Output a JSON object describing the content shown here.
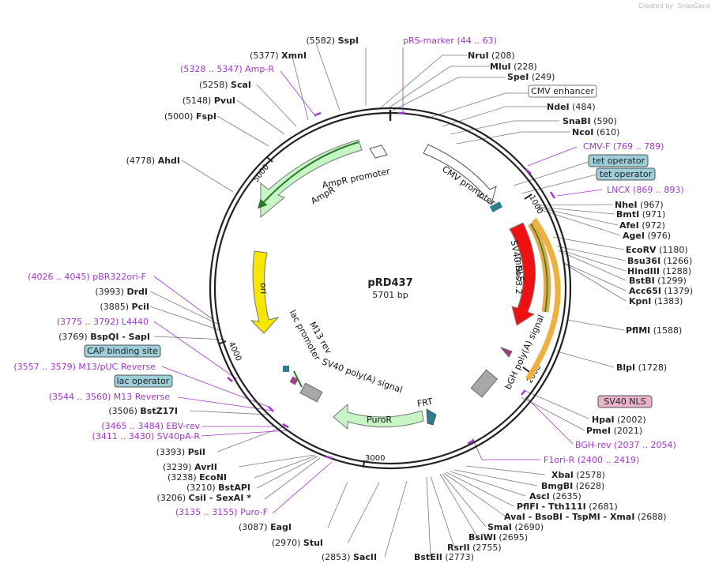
{
  "credit": {
    "prefix": "Created by",
    "brand": "SnapGene"
  },
  "plasmid": {
    "name": "pRD437",
    "length": "5701 bp",
    "total": 5701
  },
  "ticks": [
    "1000",
    "2000",
    "3000",
    "4000",
    "5000"
  ],
  "features": [
    {
      "name": "CMV promoter"
    },
    {
      "name": "mEos3.2"
    },
    {
      "name": "SV40 NLS"
    },
    {
      "name": "bGH poly(A) signal"
    },
    {
      "name": "FRT"
    },
    {
      "name": "PuroR"
    },
    {
      "name": "SV40 poly(A) signal"
    },
    {
      "name": "M13 rev"
    },
    {
      "name": "lac promoter"
    },
    {
      "name": "ori"
    },
    {
      "name": "AmpR"
    },
    {
      "name": "AmpR promoter"
    }
  ],
  "boxed_labels": [
    {
      "text": "CMV enhancer"
    },
    {
      "text": "tet operator"
    },
    {
      "text": "tet operator"
    },
    {
      "text": "SV40 NLS"
    },
    {
      "text": "CAP binding site"
    },
    {
      "text": "lac operator"
    }
  ],
  "sites": [
    {
      "name": "NruI",
      "pos": "(208)"
    },
    {
      "name": "MluI",
      "pos": "(228)"
    },
    {
      "name": "SpeI",
      "pos": "(249)"
    },
    {
      "name": "NdeI",
      "pos": "(484)"
    },
    {
      "name": "SnaBI",
      "pos": "(590)"
    },
    {
      "name": "NcoI",
      "pos": "(610)"
    },
    {
      "name": "NheI",
      "pos": "(967)"
    },
    {
      "name": "BmtI",
      "pos": "(971)"
    },
    {
      "name": "AfeI",
      "pos": "(972)"
    },
    {
      "name": "AgeI",
      "pos": "(976)"
    },
    {
      "name": "EcoRV",
      "pos": "(1180)"
    },
    {
      "name": "Bsu36I",
      "pos": "(1266)"
    },
    {
      "name": "HindIII",
      "pos": "(1288)"
    },
    {
      "name": "BstBI",
      "pos": "(1299)"
    },
    {
      "name": "Acc65I",
      "pos": "(1379)"
    },
    {
      "name": "KpnI",
      "pos": "(1383)"
    },
    {
      "name": "PflMI",
      "pos": "(1588)"
    },
    {
      "name": "BlpI",
      "pos": "(1728)"
    },
    {
      "name": "HpaI",
      "pos": "(2002)"
    },
    {
      "name": "PmeI",
      "pos": "(2021)"
    },
    {
      "name": "XbaI",
      "pos": "(2578)"
    },
    {
      "name": "BmgBI",
      "pos": "(2628)"
    },
    {
      "name": "AscI",
      "pos": "(2635)"
    },
    {
      "name": "PflFI - Tth111I",
      "pos": "(2681)"
    },
    {
      "name": "AvaI - BsoBI - TspMI - XmaI",
      "pos": "(2688)"
    },
    {
      "name": "SmaI",
      "pos": "(2690)"
    },
    {
      "name": "BsiWI",
      "pos": "(2695)"
    },
    {
      "name": "RsrII",
      "pos": "(2755)"
    },
    {
      "name": "BstEII",
      "pos": "(2773)"
    },
    {
      "name": "SacII",
      "pos": "(2853)"
    },
    {
      "name": "StuI",
      "pos": "(2970)"
    },
    {
      "name": "EagI",
      "pos": "(3087)"
    },
    {
      "name": "CsiI - SexAI *",
      "pos": "(3206)"
    },
    {
      "name": "BstAPI",
      "pos": "(3210)"
    },
    {
      "name": "EcoNI",
      "pos": "(3238)"
    },
    {
      "name": "AvrII",
      "pos": "(3239)"
    },
    {
      "name": "PsiI",
      "pos": "(3393)"
    },
    {
      "name": "BstZ17I",
      "pos": "(3506)"
    },
    {
      "name": "BspQI - SapI",
      "pos": "(3769)"
    },
    {
      "name": "PciI",
      "pos": "(3885)"
    },
    {
      "name": "DrdI",
      "pos": "(3993)"
    },
    {
      "name": "AhdI",
      "pos": "(4778)"
    },
    {
      "name": "FspI",
      "pos": "(5000)"
    },
    {
      "name": "PvuI",
      "pos": "(5148)"
    },
    {
      "name": "ScaI",
      "pos": "(5258)"
    },
    {
      "name": "XmnI",
      "pos": "(5377)"
    },
    {
      "name": "SspI",
      "pos": "(5582)"
    }
  ],
  "primers": [
    {
      "name": "pRS-marker",
      "range": "(44 .. 63)"
    },
    {
      "name": "CMV-F",
      "range": "(769 .. 789)"
    },
    {
      "name": "LNCX",
      "range": "(869 .. 893)"
    },
    {
      "name": "BGH-rev",
      "range": "(2037 .. 2054)"
    },
    {
      "name": "F1ori-R",
      "range": "(2400 .. 2419)"
    },
    {
      "name": "Puro-F",
      "range": "(3135 .. 3155)"
    },
    {
      "name": "SV40pA-R",
      "range": "(3411 .. 3430)"
    },
    {
      "name": "EBV-rev",
      "range": "(3465 .. 3484)"
    },
    {
      "name": "M13 Reverse",
      "range": "(3544 .. 3560)"
    },
    {
      "name": "M13/pUC Reverse",
      "range": "(3557 .. 3579)"
    },
    {
      "name": "L4440",
      "range": "(3775 .. 3792)"
    },
    {
      "name": "pBR322ori-F",
      "range": "(4026 .. 4045)"
    },
    {
      "name": "Amp-R",
      "range": "(5328 .. 5347)"
    }
  ],
  "colors": {
    "backbone": "#222222",
    "primer": "#a236c9",
    "amp": "#c6f5c6",
    "ori": "#f7e600",
    "mEos": "#ee1111",
    "box_teal": "#9ccfd9",
    "box_pink": "#e7b3c9"
  }
}
